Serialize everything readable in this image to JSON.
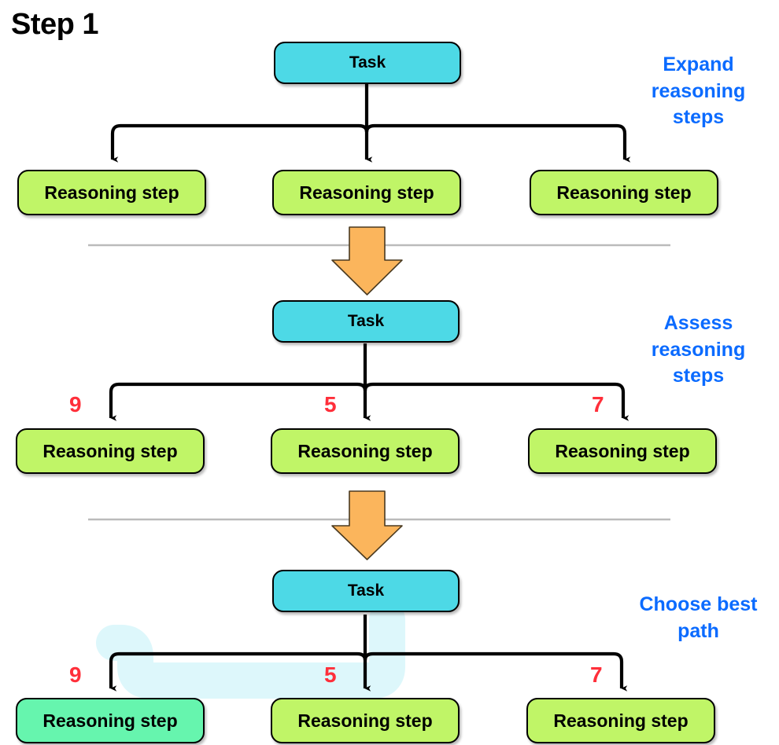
{
  "title": "Step 1",
  "colors": {
    "task_fill": "#4DD9E6",
    "step_fill": "#C0F567",
    "selected_step_fill": "#66F5AE",
    "annotation_text": "#0B6BFF",
    "score_text": "#FF2F3A",
    "separator_arrow_fill": "#FBB55C",
    "separator_line": "#BBBBBB",
    "highlight_path": "#DDF7FB",
    "outline": "#000000"
  },
  "sections": [
    {
      "id": "expand",
      "annotation": "Expand\nreasoning\nsteps",
      "task_label": "Task",
      "steps": [
        {
          "label": "Reasoning step",
          "score": null,
          "selected": false
        },
        {
          "label": "Reasoning step",
          "score": null,
          "selected": false
        },
        {
          "label": "Reasoning step",
          "score": null,
          "selected": false
        }
      ]
    },
    {
      "id": "assess",
      "annotation": "Assess\nreasoning\nsteps",
      "task_label": "Task",
      "steps": [
        {
          "label": "Reasoning step",
          "score": "9",
          "selected": false
        },
        {
          "label": "Reasoning step",
          "score": "5",
          "selected": false
        },
        {
          "label": "Reasoning step",
          "score": "7",
          "selected": false
        }
      ]
    },
    {
      "id": "choose",
      "annotation": "Choose best\npath",
      "task_label": "Task",
      "steps": [
        {
          "label": "Reasoning step",
          "score": "9",
          "selected": true
        },
        {
          "label": "Reasoning step",
          "score": "5",
          "selected": false
        },
        {
          "label": "Reasoning step",
          "score": "7",
          "selected": false
        }
      ]
    }
  ],
  "separators": [
    {
      "id": "separator-1",
      "icon": "down-arrow-icon"
    },
    {
      "id": "separator-2",
      "icon": "down-arrow-icon"
    }
  ]
}
